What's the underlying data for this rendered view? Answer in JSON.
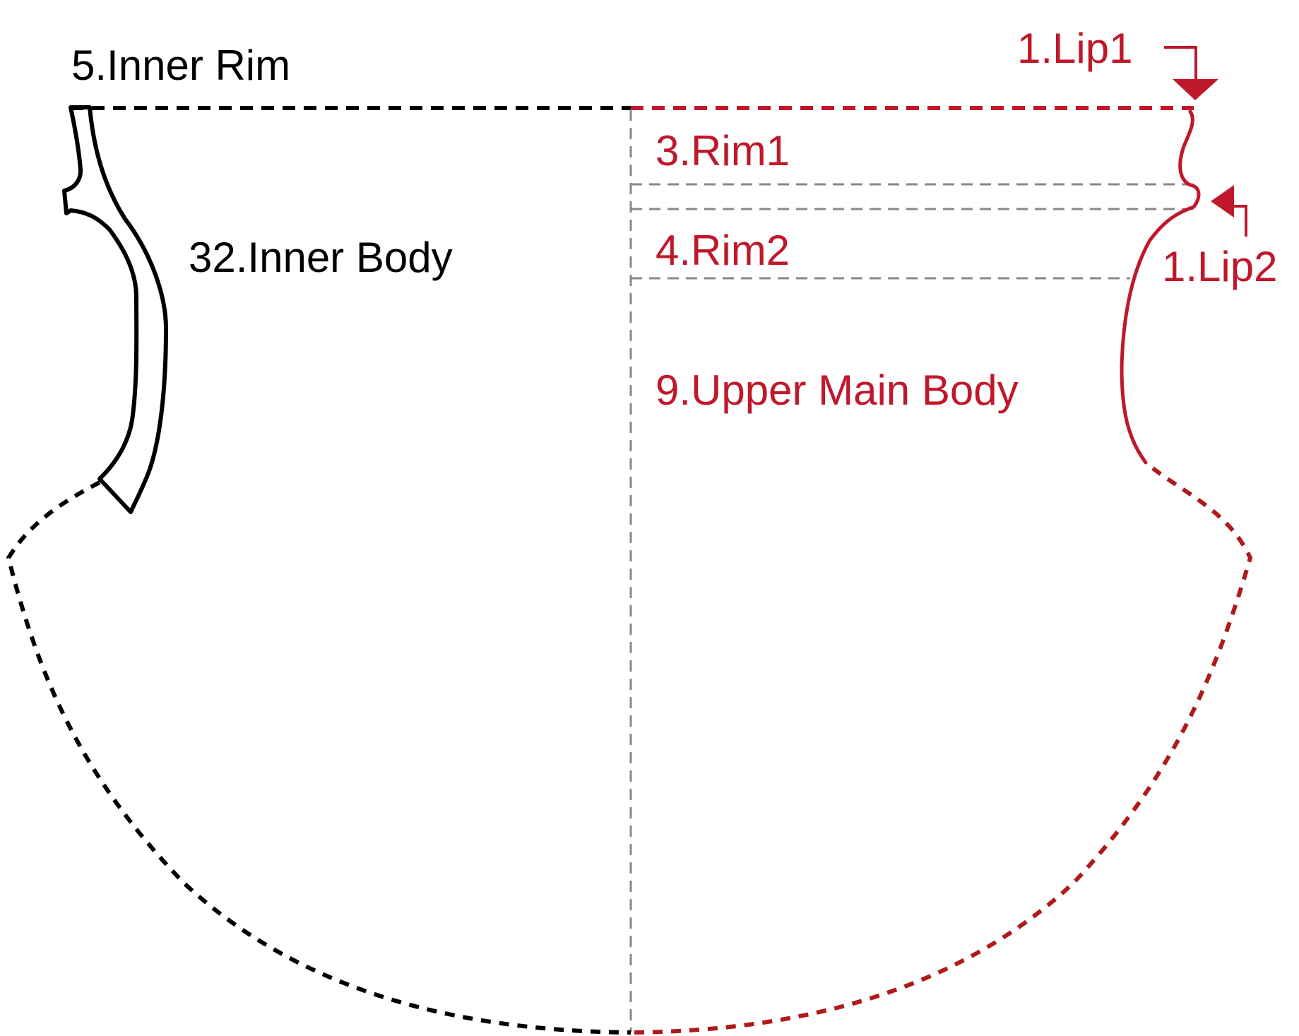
{
  "labels": {
    "inner_rim": "5.Inner Rim",
    "inner_body": "32.Inner Body",
    "rim1": "3.Rim1",
    "rim2": "4.Rim2",
    "upper_main_body": "9.Upper Main Body",
    "lip1": "1.Lip1",
    "lip2": "1.Lip2"
  },
  "colors": {
    "black": "#000000",
    "red": "#c0182b",
    "red_dark": "#b01a1a",
    "gray": "#888888"
  }
}
